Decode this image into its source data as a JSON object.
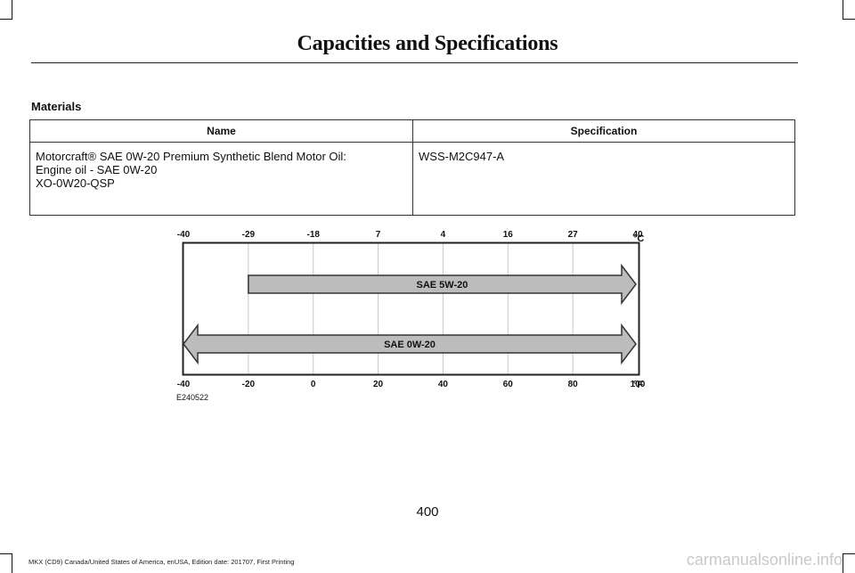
{
  "header": {
    "title": "Capacities and Specifications"
  },
  "section": {
    "heading": "Materials"
  },
  "table": {
    "columns": [
      "Name",
      "Specification"
    ],
    "rows": [
      {
        "name_lines": [
          "Motorcraft® SAE 0W-20 Premium Synthetic Blend Motor Oil:",
          "Engine oil - SAE 0W-20",
          "XO-0W20-QSP"
        ],
        "specification": "WSS-M2C947-A"
      }
    ]
  },
  "chart_data": {
    "type": "range",
    "celsius_ticks": [
      "-40",
      "-29",
      "-18",
      "7",
      "4",
      "16",
      "27",
      "40"
    ],
    "celsius_unit": "°C",
    "fahrenheit_ticks": [
      "-40",
      "-20",
      "0",
      "20",
      "40",
      "60",
      "80",
      "100"
    ],
    "fahrenheit_unit": "°F",
    "axis_f_range": [
      -40,
      100
    ],
    "series": [
      {
        "name": "SAE 5W-20",
        "start_f": -20,
        "end_f": 100,
        "start_arrow": false,
        "end_arrow": true
      },
      {
        "name": "SAE 0W-20",
        "start_f": -40,
        "end_f": 100,
        "start_arrow": true,
        "end_arrow": true
      }
    ],
    "arrow_fill": "#bcbcbc",
    "figure_id": "E240522"
  },
  "page": {
    "number": "400"
  },
  "footer": {
    "text": "MKX (CD9) Canada/United States of America, enUSA, Edition date: 201707, First Printing"
  },
  "watermark": {
    "text": "carmanualsonline.info"
  }
}
